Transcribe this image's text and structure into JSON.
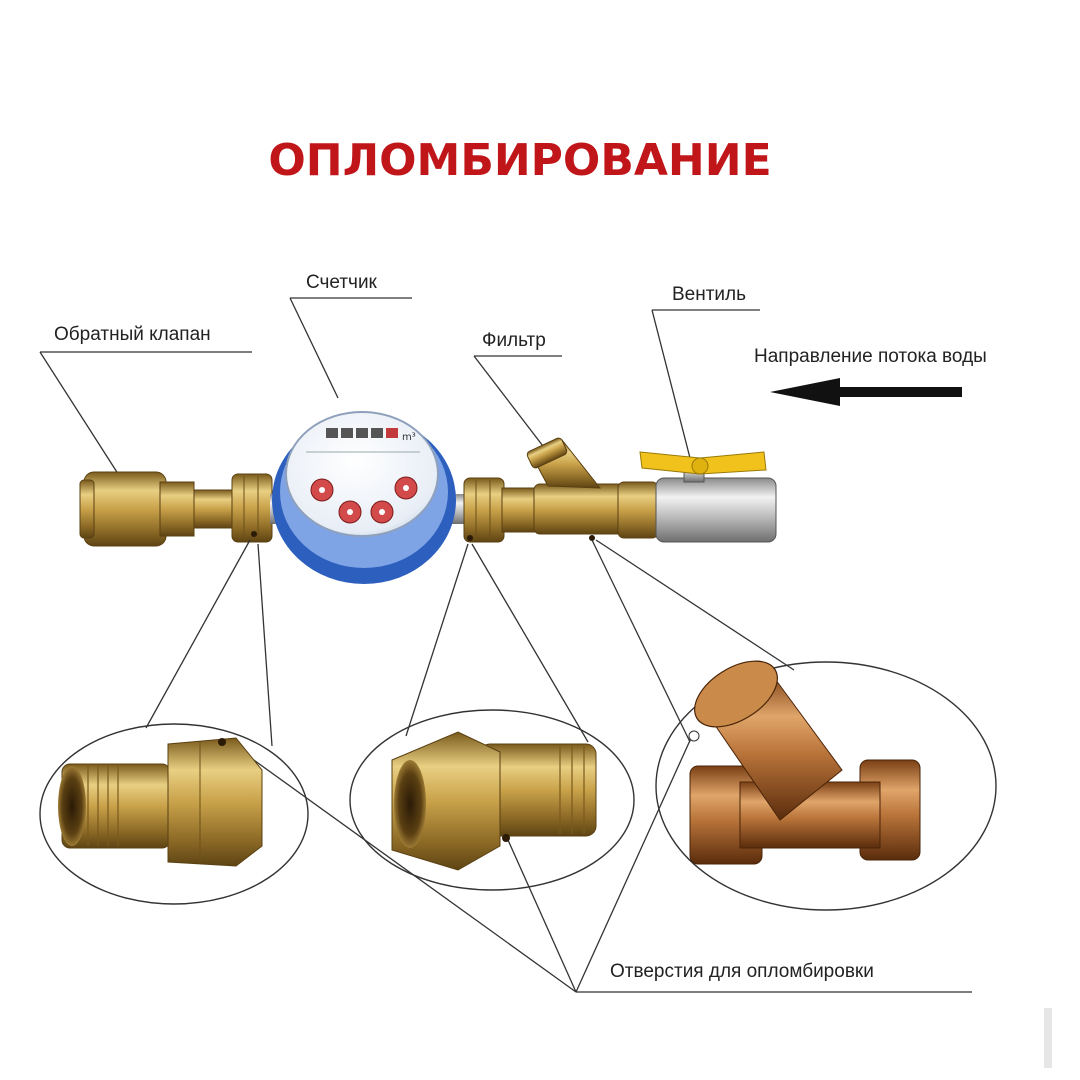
{
  "title": "ОПЛОМБИРОВАНИЕ",
  "labels": {
    "check_valve": "Обратный клапан",
    "meter": "Счетчик",
    "filter": "Фильтр",
    "valve": "Вентиль",
    "flow_direction": "Направление потока воды",
    "seal_holes": "Отверстия для опломбировки"
  },
  "meter_face": {
    "unit": "m³"
  },
  "colors": {
    "title": "#c0161a",
    "brass": "#c9a24a",
    "bronze": "#b9743a",
    "meter_blue": "#3a6fd0",
    "valve_handle": "#f1c21b",
    "chrome": "#c8c8c8"
  }
}
